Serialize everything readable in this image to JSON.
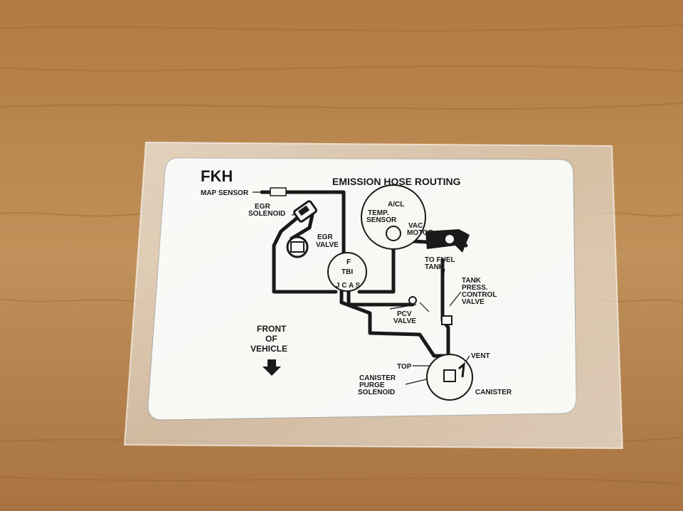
{
  "decal": {
    "code": "FKH",
    "title": "EMISSION HOSE ROUTING"
  },
  "labels": {
    "map_sensor": "MAP SENSOR",
    "egr_solenoid_1": "EGR",
    "egr_solenoid_2": "SOLENOID",
    "egr_valve_1": "EGR",
    "egr_valve_2": "VALVE",
    "tbi_f": "F",
    "tbi": "TBI",
    "tbi_ports": "J C A S",
    "acl": "A/CL",
    "temp_sensor_1": "TEMP.",
    "temp_sensor_2": "SENSOR",
    "vac_motor_1": "VAC.",
    "vac_motor_2": "MOTOR",
    "to_fuel_tank_1": "TO FUEL",
    "to_fuel_tank_2": "TANK",
    "tank_press_1": "TANK",
    "tank_press_2": "PRESS.",
    "tank_press_3": "CONTROL",
    "tank_press_4": "VALVE",
    "pcv_valve_1": "PCV",
    "pcv_valve_2": "VALVE",
    "front_1": "FRONT",
    "front_2": "OF",
    "front_3": "VEHICLE",
    "vent": "VENT",
    "top": "TOP",
    "canister_purge_1": "CANISTER",
    "canister_purge_2": "PURGE",
    "canister_purge_3": "SOLENOID",
    "canister": "CANISTER"
  },
  "colors": {
    "wood": "#b9864f",
    "card": "#f7f7f4",
    "ink": "#1a1a1a"
  }
}
